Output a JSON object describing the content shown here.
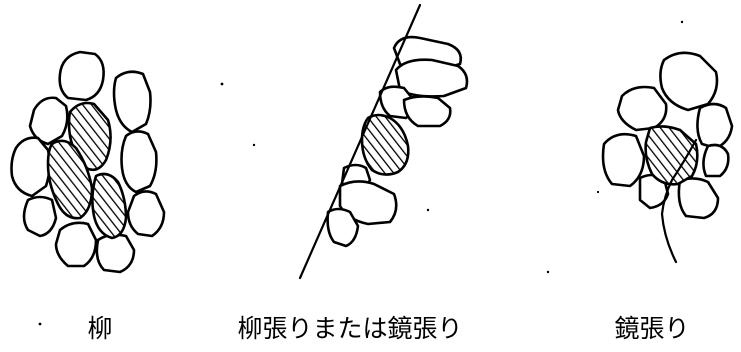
{
  "figure": {
    "captions": {
      "yanagi": "柳",
      "yanagi_or_kagami": "柳張りまたは鏡張り",
      "kagami": "鏡張り"
    }
  },
  "colors": {
    "ink": "#000000",
    "background": "#ffffff"
  }
}
